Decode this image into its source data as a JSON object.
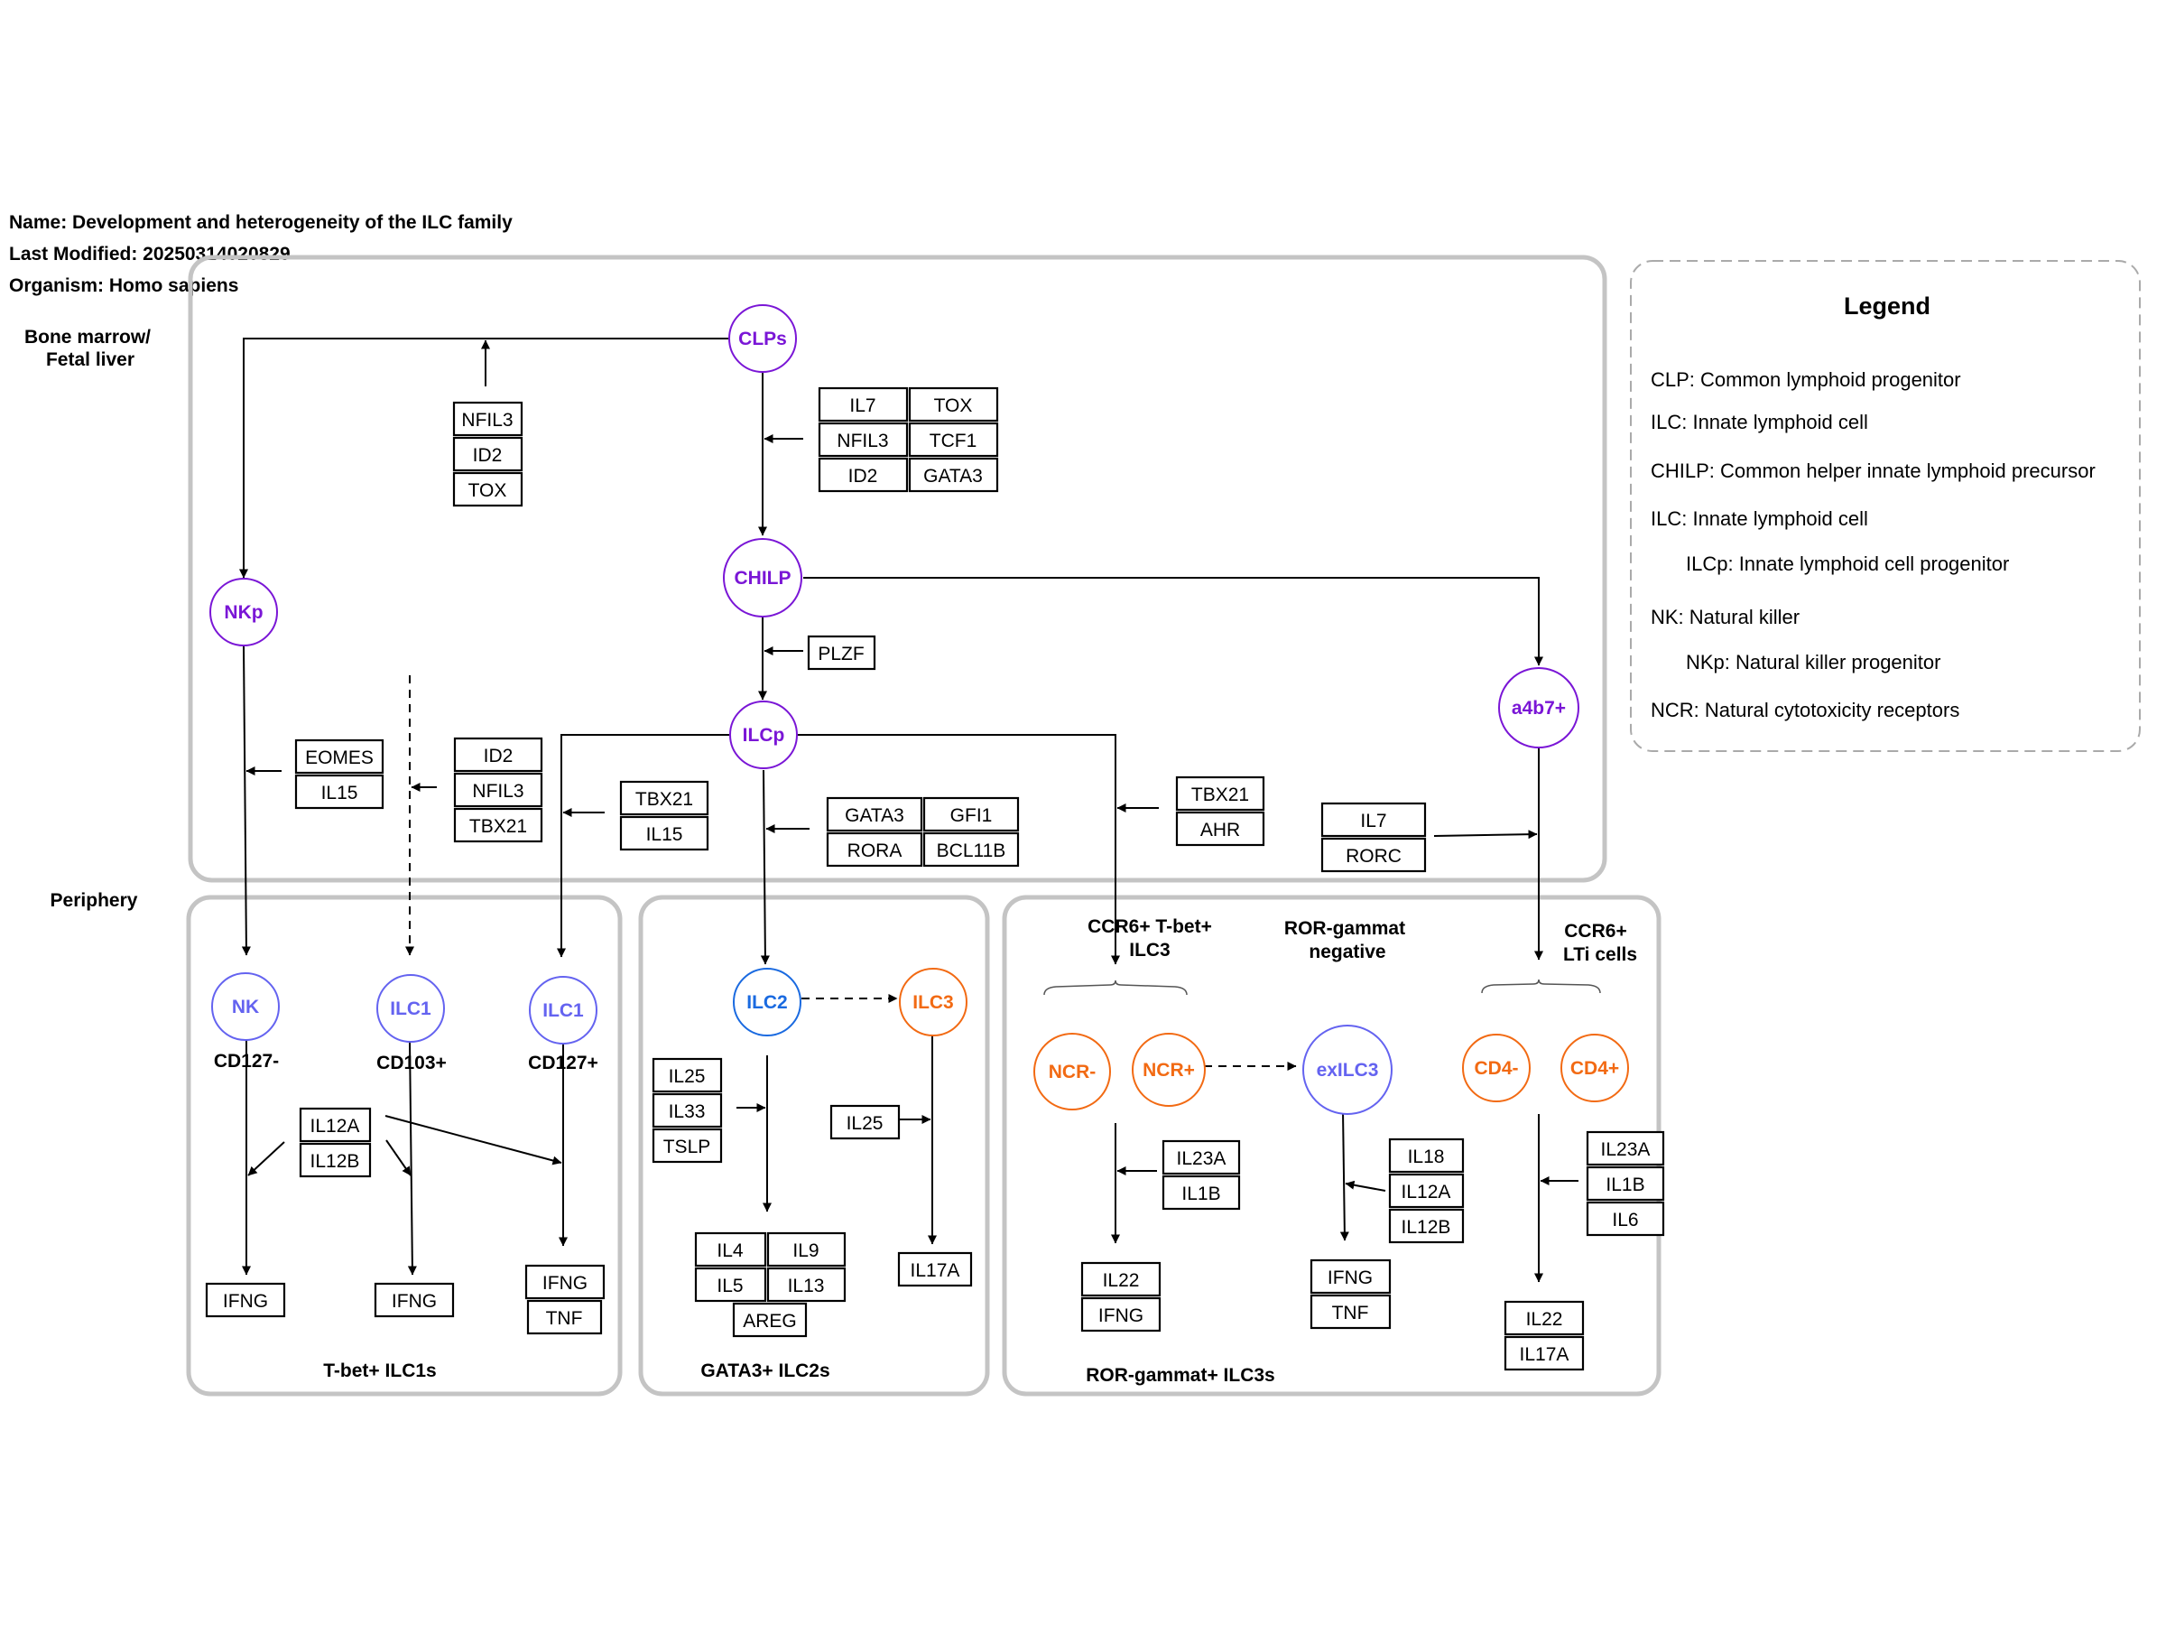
{
  "header": {
    "name": "Name: Development and heterogeneity of the ILC family",
    "modified": "Last Modified: 20250314020829",
    "organism": "Organism: Homo sapiens"
  },
  "compartments": {
    "bone_marrow_line1": "Bone marrow/",
    "bone_marrow_line2": "Fetal liver",
    "periphery": "Periphery"
  },
  "groups": {
    "ilc1s": "T-bet+ ILC1s",
    "ilc2s": "GATA3+ ILC2s",
    "ilc3s": "ROR-gammat+ ILC3s"
  },
  "nodes": {
    "clps": "CLPs",
    "chilp": "CHILP",
    "ilcp": "ILCp",
    "nkp": "NKp",
    "a4b7": "a4b7+",
    "nk": "NK",
    "ilc1_cd103": "ILC1",
    "ilc1_cd127": "ILC1",
    "ilc2": "ILC2",
    "ilc3": "ILC3",
    "ncr_neg": "NCR-",
    "ncr_pos": "NCR+",
    "exilc3": "exILC3",
    "cd4_neg": "CD4-",
    "cd4_pos": "CD4+"
  },
  "node_colors": {
    "purple": "#7a16d6",
    "periwinkle": "#6463f0",
    "blue": "#1a6ae0",
    "orange": "#f26a13"
  },
  "labels": {
    "cd127_neg": "CD127-",
    "cd103_pos": "CD103+",
    "cd127_pos": "CD127+",
    "ccr6_tbet_l1": "CCR6+ T-bet+",
    "ccr6_tbet_l2": "ILC3",
    "ror_neg_l1": "ROR-gammat",
    "ror_neg_l2": "negative",
    "lti_l1": "CCR6+",
    "lti_l2": "LTi cells"
  },
  "factors": {
    "nkp_entry": [
      "NFIL3",
      "ID2",
      "TOX"
    ],
    "clp_chilp": [
      "IL7",
      "TOX",
      "NFIL3",
      "TCF1",
      "ID2",
      "GATA3"
    ],
    "plzf": [
      "PLZF"
    ],
    "nk_dev": [
      "EOMES",
      "IL15"
    ],
    "ilc1_cd103_dev": [
      "ID2",
      "NFIL3",
      "TBX21"
    ],
    "ilc1_cd127_dev": [
      "TBX21",
      "IL15"
    ],
    "ilc2_dev": [
      "GATA3",
      "GFI1",
      "RORA",
      "BCL11B"
    ],
    "ccr6_tbet_dev": [
      "TBX21",
      "AHR"
    ],
    "lti_dev": [
      "IL7",
      "RORC"
    ],
    "ilc1_stim": [
      "IL12A",
      "IL12B"
    ],
    "nk_out": [
      "IFNG"
    ],
    "ilc1_cd103_out": [
      "IFNG"
    ],
    "ilc1_cd127_out": [
      "IFNG",
      "TNF"
    ],
    "ilc2_stim": [
      "IL25",
      "IL33",
      "TSLP"
    ],
    "ilc3_stim": [
      "IL25"
    ],
    "ilc2_out": [
      "IL4",
      "IL9",
      "IL5",
      "IL13",
      "AREG"
    ],
    "ilc3_out": [
      "IL17A"
    ],
    "ncr_stim": [
      "IL23A",
      "IL1B"
    ],
    "ncr_out": [
      "IL22",
      "IFNG"
    ],
    "exilc3_stim": [
      "IL18",
      "IL12A",
      "IL12B"
    ],
    "exilc3_out": [
      "IFNG",
      "TNF"
    ],
    "lti_stim": [
      "IL23A",
      "IL1B",
      "IL6"
    ],
    "lti_out": [
      "IL22",
      "IL17A"
    ]
  },
  "legend": {
    "title": "Legend",
    "items": [
      "CLP: Common lymphoid progenitor",
      "ILC: Innate lymphoid cell",
      "CHILP: Common helper innate lymphoid precursor",
      "ILC: Innate lymphoid cell",
      "ILCp: Innate lymphoid cell progenitor",
      "NK: Natural killer",
      "NKp: Natural killer progenitor",
      "NCR: Natural cytotoxicity receptors"
    ]
  }
}
